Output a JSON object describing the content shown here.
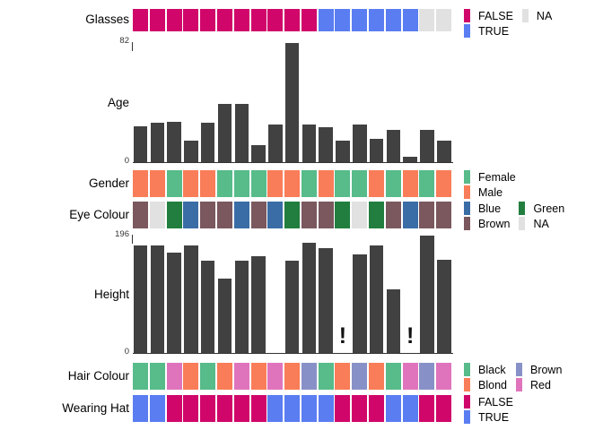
{
  "layout_note_colors": {
    "bar": "#414141",
    "axis": "#333333",
    "na": "#E1E1E1"
  },
  "chart_data": [
    {
      "type": "heatmap",
      "title": "Glasses",
      "categories": [
        "FALSE",
        "FALSE",
        "FALSE",
        "FALSE",
        "FALSE",
        "FALSE",
        "FALSE",
        "FALSE",
        "FALSE",
        "FALSE",
        "FALSE",
        "TRUE",
        "TRUE",
        "TRUE",
        "TRUE",
        "TRUE",
        "TRUE",
        "NA",
        "NA"
      ],
      "colormap": {
        "FALSE": "#D0066A",
        "TRUE": "#5A7DF2",
        "NA": "#E1E1E1"
      },
      "legend": [
        {
          "label": "FALSE",
          "color": "#D0066A"
        },
        {
          "label": "TRUE",
          "color": "#5A7DF2"
        },
        {
          "label": "NA",
          "color": "#E1E1E1"
        }
      ]
    },
    {
      "type": "bar",
      "title": "Age",
      "ylim": [
        0,
        82
      ],
      "x": [
        1,
        2,
        3,
        4,
        5,
        6,
        7,
        8,
        9,
        10,
        11,
        12,
        13,
        14,
        15,
        16,
        17,
        18,
        19
      ],
      "values": [
        25,
        27,
        28,
        15,
        27,
        40,
        40,
        12,
        26,
        82,
        26,
        24,
        15,
        26,
        16,
        22,
        4,
        22,
        15
      ]
    },
    {
      "type": "heatmap",
      "title": "Gender",
      "categories": [
        "Male",
        "Male",
        "Female",
        "Male",
        "Male",
        "Female",
        "Female",
        "Female",
        "Male",
        "Male",
        "Female",
        "Male",
        "Female",
        "Female",
        "Male",
        "Female",
        "Male",
        "Female",
        "Male"
      ],
      "colormap": {
        "Female": "#57BB8A",
        "Male": "#F97D58"
      },
      "legend": [
        {
          "label": "Female",
          "color": "#57BB8A"
        },
        {
          "label": "Male",
          "color": "#F97D58"
        }
      ]
    },
    {
      "type": "heatmap",
      "title": "Eye Colour",
      "categories": [
        "Brown",
        "NA",
        "Green",
        "Blue",
        "Brown",
        "Brown",
        "Blue",
        "Brown",
        "Blue",
        "Green",
        "Brown",
        "Brown",
        "Green",
        "NA",
        "Green",
        "Brown",
        "Blue",
        "Brown",
        "Brown"
      ],
      "colormap": {
        "Blue": "#3A6DA6",
        "Brown": "#7A585E",
        "Green": "#217E3E",
        "NA": "#E1E1E1"
      },
      "legend": [
        {
          "label": "Blue",
          "color": "#3A6DA6"
        },
        {
          "label": "Brown",
          "color": "#7A585E"
        },
        {
          "label": "Green",
          "color": "#217E3E"
        },
        {
          "label": "NA",
          "color": "#E1E1E1"
        }
      ]
    },
    {
      "type": "bar",
      "title": "Height",
      "ylim": [
        0,
        196
      ],
      "x": [
        1,
        2,
        3,
        4,
        5,
        6,
        7,
        8,
        9,
        10,
        11,
        12,
        13,
        14,
        15,
        16,
        17,
        18,
        19
      ],
      "values": [
        179,
        180,
        167,
        180,
        154,
        124,
        154,
        161,
        null,
        154,
        184,
        175,
        "!",
        165,
        180,
        107,
        "!",
        196,
        155
      ],
      "missing_marker": "!"
    },
    {
      "type": "heatmap",
      "title": "Hair Colour",
      "categories": [
        "Black",
        "Black",
        "Red",
        "Blond",
        "Black",
        "Blond",
        "Red",
        "Blond",
        "Red",
        "Blond",
        "Brown",
        "Black",
        "Blond",
        "Brown",
        "Blond",
        "Black",
        "Red",
        "Brown",
        "Red"
      ],
      "colormap": {
        "Black": "#57BB8A",
        "Blond": "#F97D58",
        "Brown": "#8891C7",
        "Red": "#DF74BC"
      },
      "legend": [
        {
          "label": "Black",
          "color": "#57BB8A"
        },
        {
          "label": "Blond",
          "color": "#F97D58"
        },
        {
          "label": "Brown",
          "color": "#8891C7"
        },
        {
          "label": "Red",
          "color": "#DF74BC"
        }
      ]
    },
    {
      "type": "heatmap",
      "title": "Wearing Hat",
      "categories": [
        "TRUE",
        "TRUE",
        "FALSE",
        "FALSE",
        "FALSE",
        "FALSE",
        "FALSE",
        "FALSE",
        "TRUE",
        "TRUE",
        "TRUE",
        "TRUE",
        "FALSE",
        "FALSE",
        "FALSE",
        "TRUE",
        "TRUE",
        "FALSE",
        "FALSE"
      ],
      "colormap": {
        "FALSE": "#D0066A",
        "TRUE": "#5A7DF2"
      },
      "legend": [
        {
          "label": "FALSE",
          "color": "#D0066A"
        },
        {
          "label": "TRUE",
          "color": "#5A7DF2"
        }
      ]
    }
  ]
}
